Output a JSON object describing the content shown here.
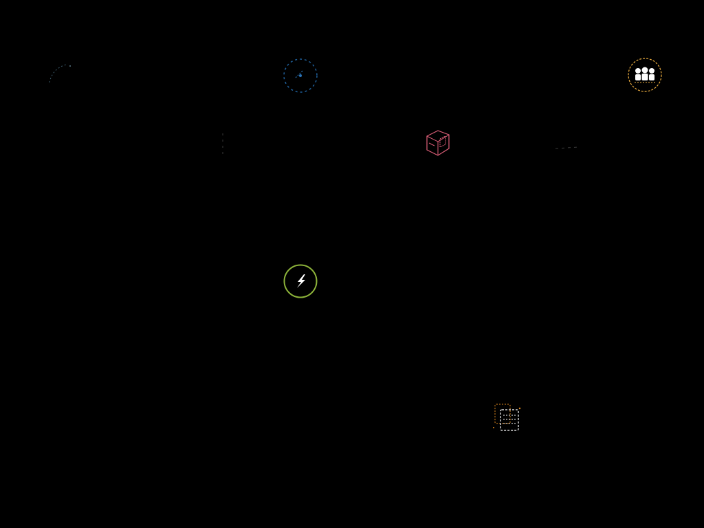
{
  "app": {
    "background": "#000000"
  },
  "icons": [
    {
      "id": "n1",
      "name": "faint-arc-icon",
      "color": "#5a7a8a"
    },
    {
      "id": "n2",
      "name": "blue-dashed-ring-icon",
      "color": "#2a74b8"
    },
    {
      "id": "n3",
      "name": "people-group-icon",
      "color": "#f0b040"
    },
    {
      "id": "n4",
      "name": "pink-cube-icon",
      "color": "#e0607a"
    },
    {
      "id": "n5",
      "name": "lightning-icon",
      "color": "#8db33a",
      "accent": "#ffffff"
    },
    {
      "id": "n6",
      "name": "server-stack-icon",
      "color": "#e08a20"
    },
    {
      "id": "n7",
      "name": "dim-line-icon",
      "color": "#4a4a4a"
    },
    {
      "id": "n8",
      "name": "dim-dash-icon",
      "color": "#4a4a4a"
    }
  ]
}
